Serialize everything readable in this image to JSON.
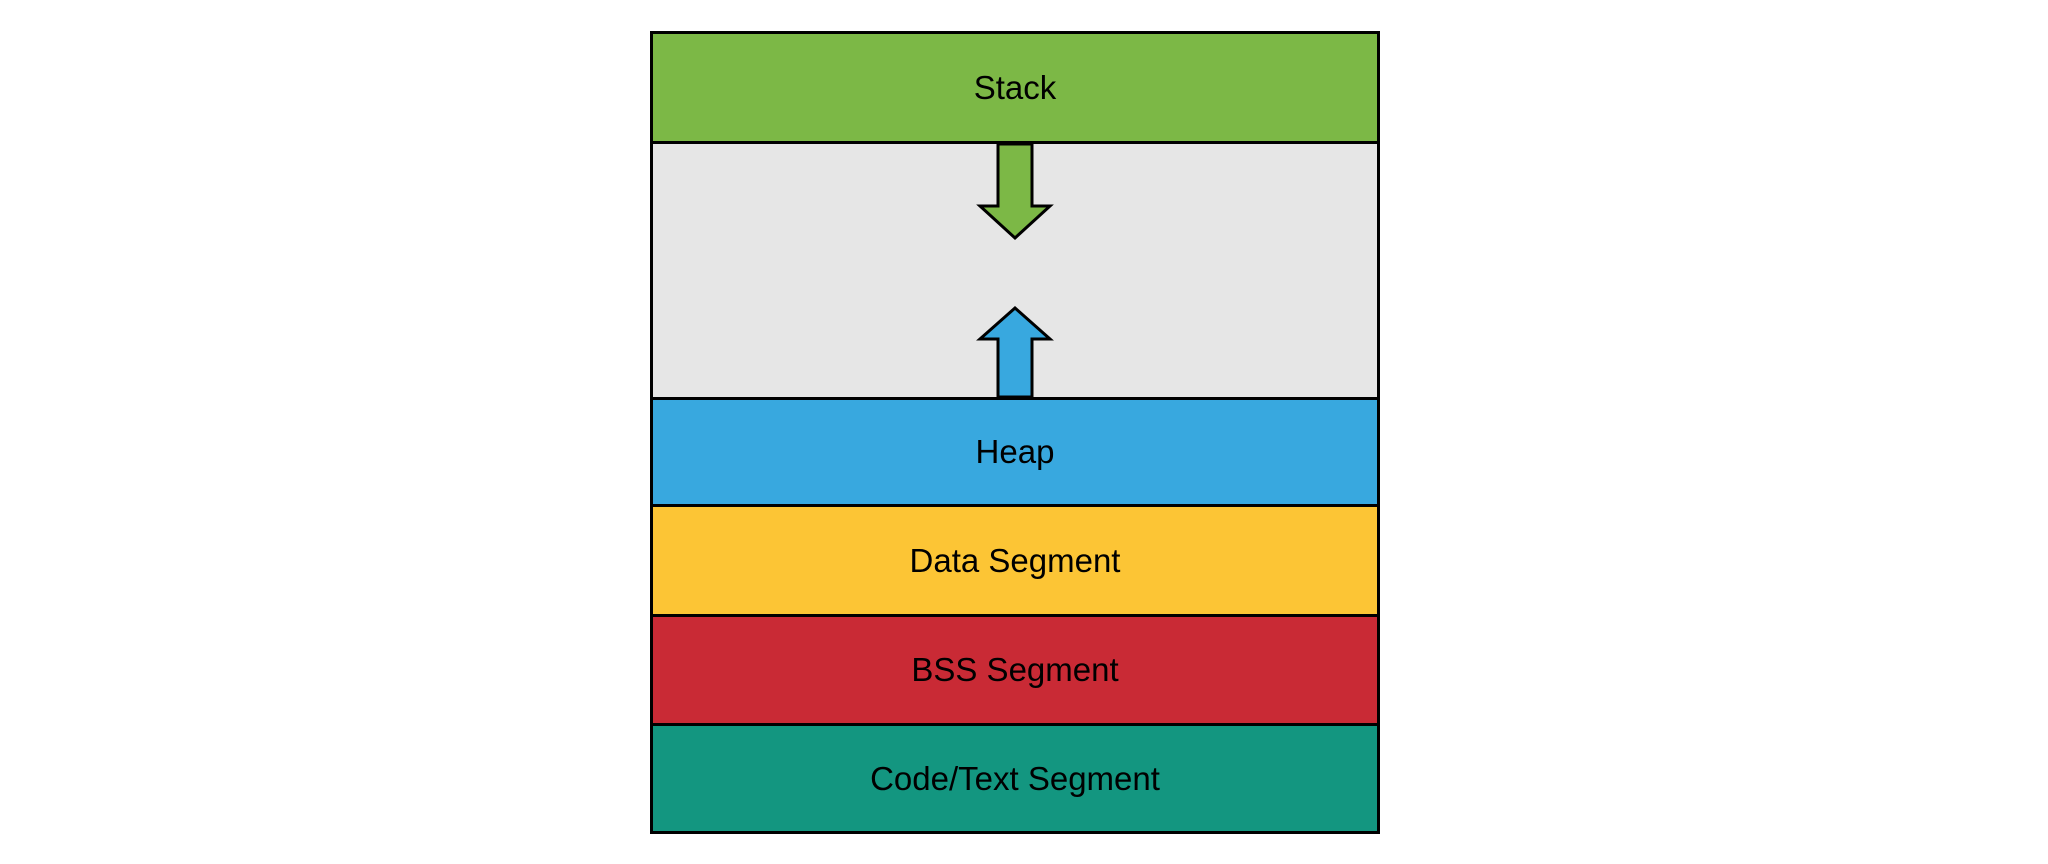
{
  "diagram": {
    "segments": [
      {
        "label": "Stack",
        "color": "#7cb846"
      },
      {
        "label": "Heap",
        "color": "#38a8df"
      },
      {
        "label": "Data Segment",
        "color": "#fcc535"
      },
      {
        "label": "BSS Segment",
        "color": "#c92a35"
      },
      {
        "label": "Code/Text Segment",
        "color": "#139680"
      }
    ],
    "free_space_color": "#e6e6e6",
    "arrows": [
      {
        "icon": "arrow-down-icon",
        "direction": "down",
        "color": "#7cb846"
      },
      {
        "icon": "arrow-up-icon",
        "direction": "up",
        "color": "#38a8df"
      }
    ]
  }
}
